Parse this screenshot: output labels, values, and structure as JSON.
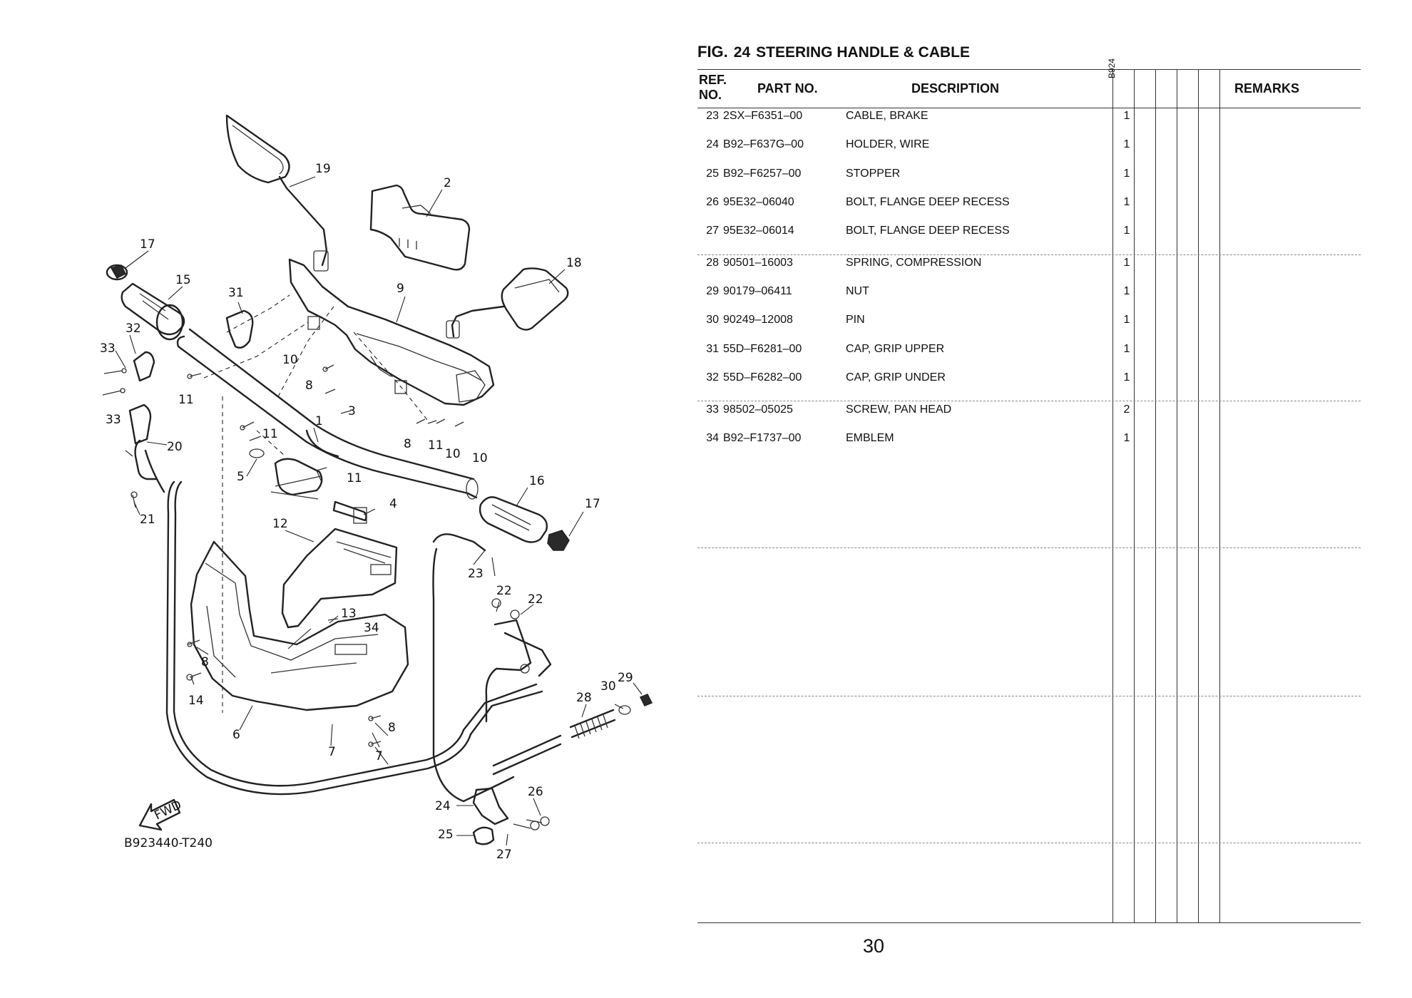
{
  "figure": {
    "prefix": "FIG.",
    "number": "24",
    "title": "STEERING HANDLE & CABLE"
  },
  "table": {
    "headers": {
      "ref_no": "REF. NO.",
      "part_no": "PART NO.",
      "description": "DESCRIPTION",
      "model_code": "B924",
      "remarks": "REMARKS"
    },
    "rows": [
      {
        "ref": "23",
        "part": "2SX–F6351–00",
        "description": "CABLE, BRAKE",
        "qty": "1"
      },
      {
        "ref": "24",
        "part": "B92–F637G–00",
        "description": "HOLDER, WIRE",
        "qty": "1"
      },
      {
        "ref": "25",
        "part": "B92–F6257–00",
        "description": "STOPPER",
        "qty": "1"
      },
      {
        "ref": "26",
        "part": "95E32–06040",
        "description": "BOLT, FLANGE DEEP RECESS",
        "qty": "1"
      },
      {
        "ref": "27",
        "part": "95E32–06014",
        "description": "BOLT, FLANGE DEEP RECESS",
        "qty": "1"
      },
      {
        "ref": "28",
        "part": "90501–16003",
        "description": "SPRING, COMPRESSION",
        "qty": "1"
      },
      {
        "ref": "29",
        "part": "90179–06411",
        "description": "NUT",
        "qty": "1"
      },
      {
        "ref": "30",
        "part": "90249–12008",
        "description": "PIN",
        "qty": "1"
      },
      {
        "ref": "31",
        "part": "55D–F6281–00",
        "description": "CAP, GRIP UPPER",
        "qty": "1"
      },
      {
        "ref": "32",
        "part": "55D–F6282–00",
        "description": "CAP, GRIP UNDER",
        "qty": "1"
      },
      {
        "ref": "33",
        "part": "98502–05025",
        "description": "SCREW, PAN HEAD",
        "qty": "2"
      },
      {
        "ref": "34",
        "part": "B92–F1737–00",
        "description": "EMBLEM",
        "qty": "1"
      }
    ]
  },
  "diagram": {
    "code": "B923440-T240",
    "fwd_label": "FWD",
    "callouts": {
      "c1": "1",
      "c2": "2",
      "c3": "3",
      "c4": "4",
      "c5": "5",
      "c6": "6",
      "c7a": "7",
      "c7b": "7",
      "c8a": "8",
      "c8b": "8",
      "c8c": "8",
      "c8d": "8",
      "c9": "9",
      "c10a": "10",
      "c10b": "10",
      "c10c": "10",
      "c11a": "11",
      "c11b": "11",
      "c11c": "11",
      "c11d": "11",
      "c12": "12",
      "c13": "13",
      "c14": "14",
      "c15": "15",
      "c16": "16",
      "c17a": "17",
      "c17b": "17",
      "c18": "18",
      "c19": "19",
      "c20": "20",
      "c21": "21",
      "c22a": "22",
      "c22b": "22",
      "c23": "23",
      "c24": "24",
      "c25": "25",
      "c26": "26",
      "c27": "27",
      "c28": "28",
      "c29": "29",
      "c30": "30",
      "c31": "31",
      "c32": "32",
      "c33a": "33",
      "c33b": "33",
      "c34": "34"
    }
  },
  "page_number": "30"
}
